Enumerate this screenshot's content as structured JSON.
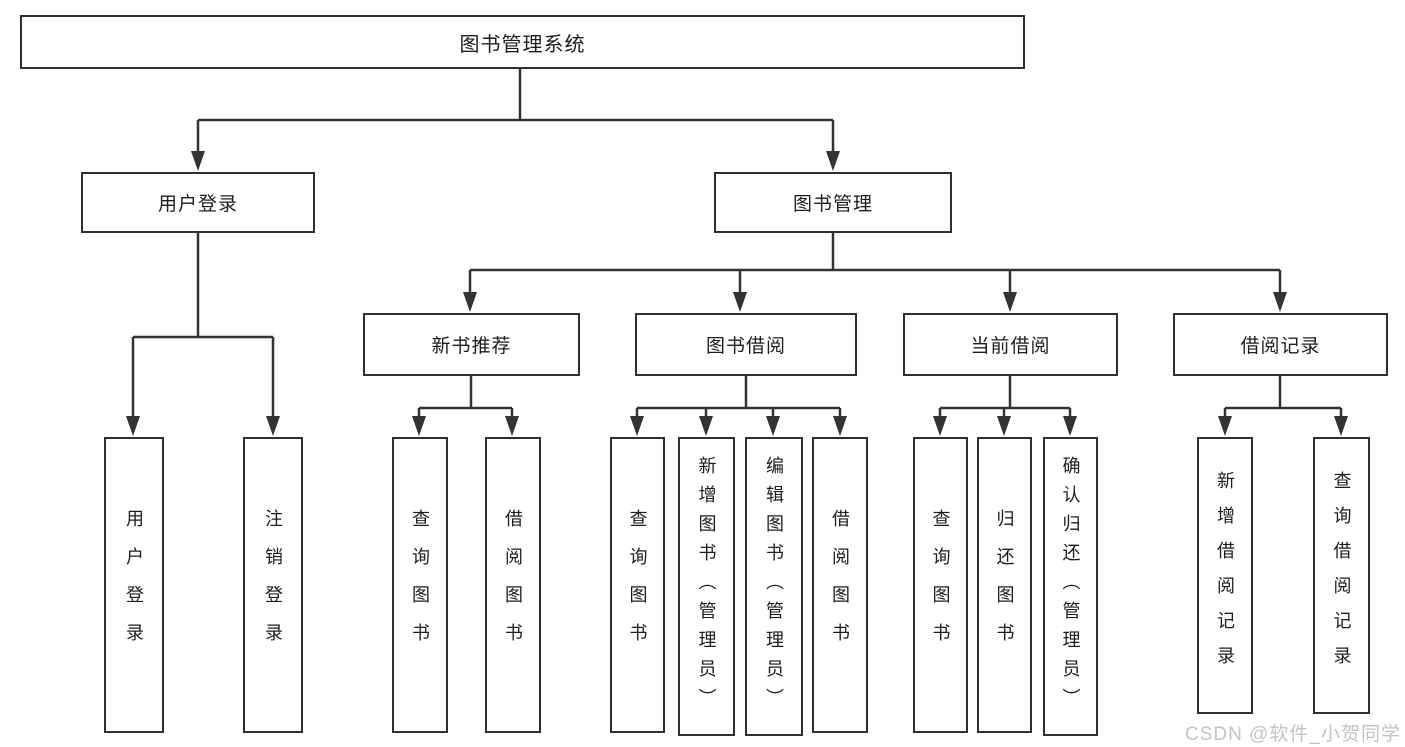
{
  "diagram": {
    "root": {
      "label": "图书管理系统"
    },
    "children": [
      {
        "label": "用户登录",
        "children": [
          {
            "label": "用户登录"
          },
          {
            "label": "注销登录"
          }
        ]
      },
      {
        "label": "图书管理",
        "children": [
          {
            "label": "新书推荐",
            "children": [
              {
                "label": "查询图书"
              },
              {
                "label": "借阅图书"
              }
            ]
          },
          {
            "label": "图书借阅",
            "children": [
              {
                "label": "查询图书"
              },
              {
                "label": "新增图书（管理员）"
              },
              {
                "label": "编辑图书（管理员）"
              },
              {
                "label": "借阅图书"
              }
            ]
          },
          {
            "label": "当前借阅",
            "children": [
              {
                "label": "查询图书"
              },
              {
                "label": "归还图书"
              },
              {
                "label": "确认归还（管理员）"
              }
            ]
          },
          {
            "label": "借阅记录",
            "children": [
              {
                "label": "新增借阅记录"
              },
              {
                "label": "查询借阅记录"
              }
            ]
          }
        ]
      }
    ]
  },
  "watermark": {
    "text": "CSDN @软件_小贺同学"
  },
  "colors": {
    "line": "#333333",
    "box_border": "#2f2f2f",
    "text": "#1d1d1d",
    "watermark": "#c3c3c3",
    "background": "#ffffff"
  }
}
